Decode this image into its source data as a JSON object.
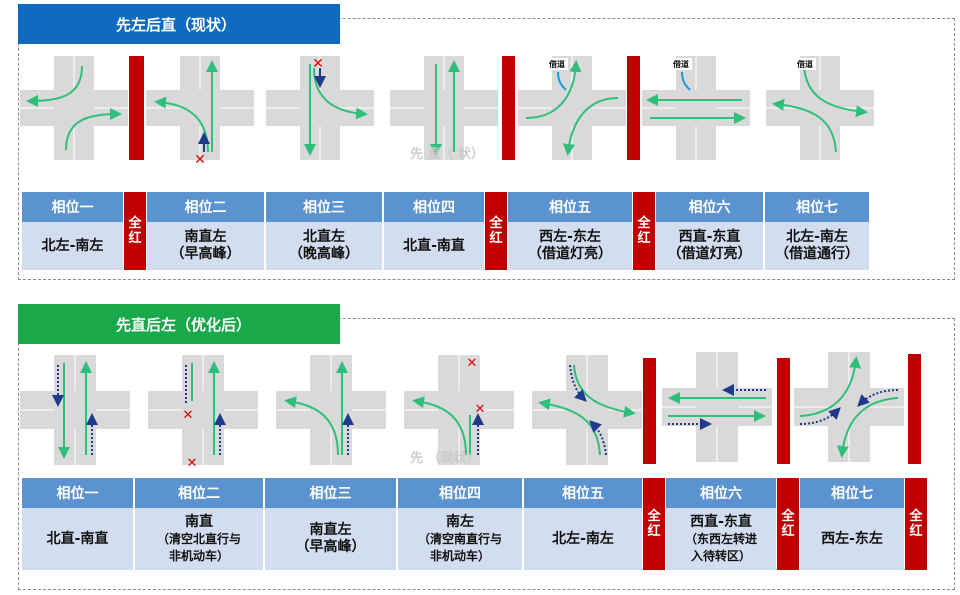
{
  "colors": {
    "title_blue": "#0e6bbf",
    "title_green": "#19a84a",
    "header": "#5b93d1",
    "cell": "#d3ddf0",
    "allred": "#c00000",
    "arrow_green": "#2fbf7a",
    "arrow_navy": "#1f3a8a",
    "road": "#d9d9d9"
  },
  "top": {
    "title": "先左后直（现状）",
    "watermark": "先   直（  状）",
    "all_red": [
      "全",
      "红"
    ],
    "phases": [
      {
        "header": "相位一",
        "line1": "北左-南左",
        "line2": ""
      },
      {
        "header": "相位二",
        "line1": "南直左",
        "line2": "（早高峰）"
      },
      {
        "header": "相位三",
        "line1": "北直左",
        "line2": "（晚高峰）"
      },
      {
        "header": "相位四",
        "line1": "北直-南直",
        "line2": ""
      },
      {
        "header": "相位五",
        "line1": "西左-东左",
        "line2": "（借道灯亮）"
      },
      {
        "header": "相位六",
        "line1": "西直-东直",
        "line2": "（借道灯亮）"
      },
      {
        "header": "相位七",
        "line1": "北左-南左",
        "line2": "（借道通行）"
      }
    ],
    "sign_label": "借道"
  },
  "bottom": {
    "title": "先直后左（优化后）",
    "watermark": "先    （现状）",
    "all_red": [
      "全",
      "红"
    ],
    "phases": [
      {
        "header": "相位一",
        "line1": "北直-南直",
        "line2": "",
        "line3": ""
      },
      {
        "header": "相位二",
        "line1": "南直",
        "line2": "（清空北直行与",
        "line3": "非机动车）"
      },
      {
        "header": "相位三",
        "line1": "南直左",
        "line2": "（早高峰）",
        "line3": ""
      },
      {
        "header": "相位四",
        "line1": "南左",
        "line2": "（清空南直行与",
        "line3": "非机动车）"
      },
      {
        "header": "相位五",
        "line1": "北左-南左",
        "line2": "",
        "line3": ""
      },
      {
        "header": "相位六",
        "line1": "西直-东直",
        "line2": "（东西左转进",
        "line3": "入待转区）"
      },
      {
        "header": "相位七",
        "line1": "西左-东左",
        "line2": "",
        "line3": ""
      }
    ]
  }
}
